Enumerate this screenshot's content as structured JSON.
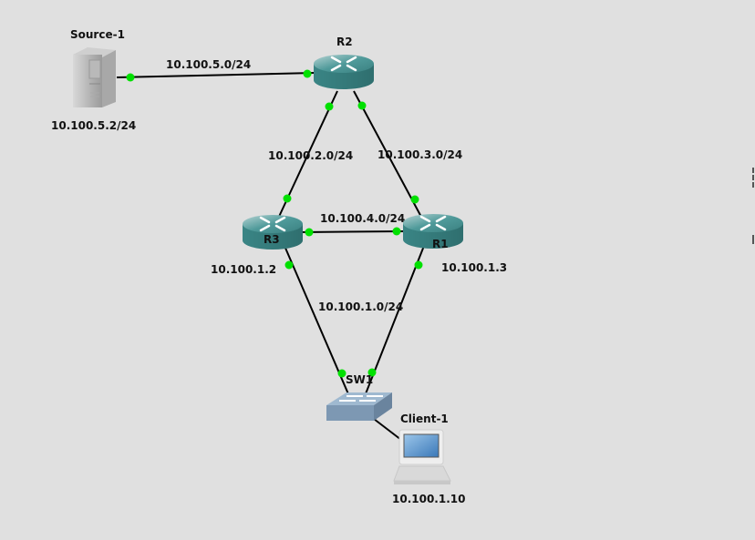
{
  "nodes": {
    "source1": {
      "label": "Source-1",
      "ip": "10.100.5.2/24",
      "type": "server"
    },
    "r2": {
      "label": "R2",
      "type": "router"
    },
    "r3": {
      "label": "R3",
      "ip": "10.100.1.2",
      "type": "router"
    },
    "r1": {
      "label": "R1",
      "ip": "10.100.1.3",
      "type": "router"
    },
    "sw1": {
      "label": "SW1",
      "type": "switch"
    },
    "client1": {
      "label": "Client-1",
      "ip": "10.100.1.10",
      "type": "workstation"
    }
  },
  "links": {
    "source1_r2": "10.100.5.0/24",
    "r2_r3": "10.100.2.0/24",
    "r2_r1": "10.100.3.0/24",
    "r3_r1": "10.100.4.0/24",
    "lan": "10.100.1.0/24"
  },
  "colors": {
    "background": "#e0e0e0",
    "port_up": "#00e000",
    "router": "#3f8a8a",
    "switch": "#8aa6bf"
  }
}
